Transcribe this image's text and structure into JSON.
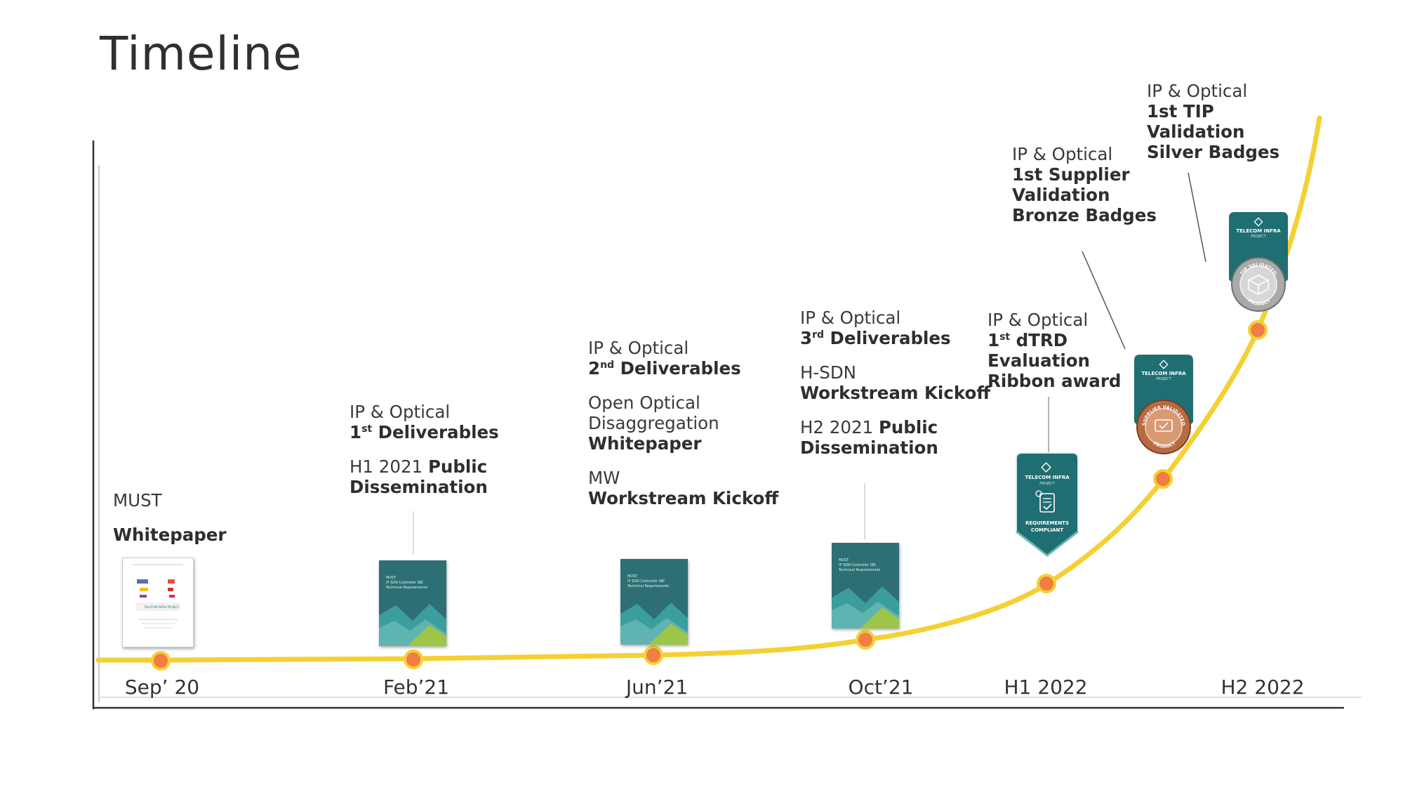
{
  "title": "Timeline",
  "dates": [
    "Sep’ 20",
    "Feb’21",
    "Jun’21",
    "Oct’21",
    "H1 2022",
    "H2 2022"
  ],
  "milestones": {
    "sep20": {
      "line1": "MUST",
      "line2": "Whitepaper"
    },
    "feb21": {
      "l1": "IP & Optical",
      "l2_ord": "1",
      "l2_sup": "st",
      "l2_text": " Deliverables",
      "l3_normal": "H1 2021 ",
      "l3_bold": "Public",
      "l4": "Dissemination"
    },
    "jun21": {
      "l1": "IP & Optical",
      "l2_ord": "2",
      "l2_sup": "nd",
      "l2_text": " Deliverables",
      "l3": "Open Optical",
      "l4": "Disaggregation",
      "l5": "Whitepaper",
      "l6": "MW",
      "l7": "Workstream Kickoff"
    },
    "oct21": {
      "l1": "IP & Optical",
      "l2_ord": "3",
      "l2_sup": "rd",
      "l2_text": "  Deliverables",
      "l3": "H-SDN",
      "l4": "Workstream Kickoff",
      "l5_normal": "H2 2021 ",
      "l5_bold": "Public",
      "l6": "Dissemination"
    },
    "h1_2022": {
      "l1": "IP & Optical",
      "l2_ord": "1",
      "l2_sup": "st",
      "l2_text": " dTRD",
      "l3": "Evaluation",
      "l4": "Ribbon award"
    },
    "bronze": {
      "l1": "IP & Optical",
      "l2": "1st Supplier",
      "l3": "Validation",
      "l4": "Bronze Badges"
    },
    "silver": {
      "l1": "IP & Optical",
      "l2": "1st TIP",
      "l3": "Validation",
      "l4": "Silver Badges"
    }
  },
  "badges": {
    "org_line1": "TELECOM INFRA",
    "org_line2": "PROJECT",
    "ribbon_line1": "REQUIREMENTS",
    "ribbon_line2": "COMPLIANT",
    "bronze_ring": "SUPPLIER VALIDATED",
    "silver_ring": "TIP VALIDATED",
    "ring_bottom": "PRODUCT"
  },
  "docs": {
    "report_line1": "MUST",
    "report_line2": "IP SDN Controller SBI",
    "report_line3": "Technical Requirements",
    "whitepaper_org": "TELECOM INFRA PROJECT"
  },
  "colors": {
    "curve": "#f5d033",
    "dot": "#f07d45",
    "teal": "#1f6e72",
    "axis": "#333333"
  }
}
